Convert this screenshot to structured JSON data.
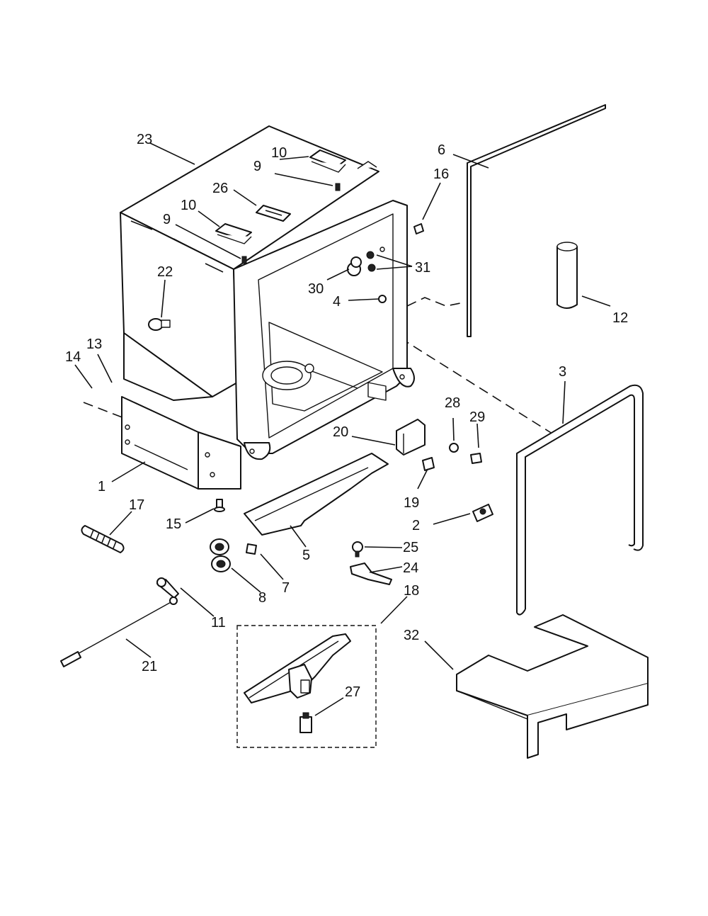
{
  "callouts": [
    {
      "id": "c23",
      "label": "23"
    },
    {
      "id": "c10a",
      "label": "10"
    },
    {
      "id": "c9a",
      "label": "9"
    },
    {
      "id": "c26",
      "label": "26"
    },
    {
      "id": "c10b",
      "label": "10"
    },
    {
      "id": "c9b",
      "label": "9"
    },
    {
      "id": "c22",
      "label": "22"
    },
    {
      "id": "c6",
      "label": "6"
    },
    {
      "id": "c16",
      "label": "16"
    },
    {
      "id": "c31",
      "label": "31"
    },
    {
      "id": "c30",
      "label": "30"
    },
    {
      "id": "c4",
      "label": "4"
    },
    {
      "id": "c12",
      "label": "12"
    },
    {
      "id": "c14",
      "label": "14"
    },
    {
      "id": "c13",
      "label": "13"
    },
    {
      "id": "c3",
      "label": "3"
    },
    {
      "id": "c28",
      "label": "28"
    },
    {
      "id": "c29",
      "label": "29"
    },
    {
      "id": "c20",
      "label": "20"
    },
    {
      "id": "c1",
      "label": "1"
    },
    {
      "id": "c17",
      "label": "17"
    },
    {
      "id": "c15",
      "label": "15"
    },
    {
      "id": "c19",
      "label": "19"
    },
    {
      "id": "c2",
      "label": "2"
    },
    {
      "id": "c25",
      "label": "25"
    },
    {
      "id": "c24",
      "label": "24"
    },
    {
      "id": "c5",
      "label": "5"
    },
    {
      "id": "c7",
      "label": "7"
    },
    {
      "id": "c8",
      "label": "8"
    },
    {
      "id": "c11",
      "label": "11"
    },
    {
      "id": "c18",
      "label": "18"
    },
    {
      "id": "c32",
      "label": "32"
    },
    {
      "id": "c21",
      "label": "21"
    },
    {
      "id": "c27",
      "label": "27"
    }
  ]
}
